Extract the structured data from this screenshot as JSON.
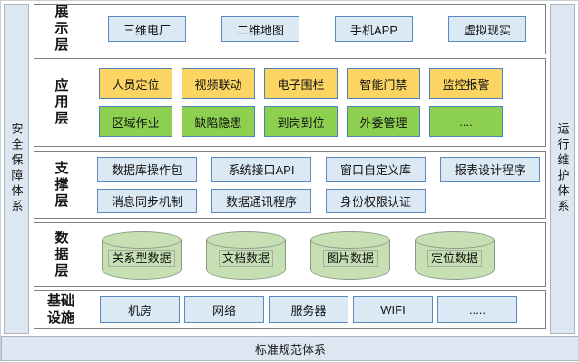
{
  "diagram": {
    "type": "layered-architecture",
    "language": "zh-CN"
  },
  "colors": {
    "band_fill": "#dde7f2",
    "band_border": "#aab4be",
    "layer_border": "#7f7f7f",
    "blue_box_fill": "#dbe9f5",
    "blue_box_border": "#5b89bd",
    "yellow_box_fill": "#fcd462",
    "green_box_fill": "#8dd04f",
    "colored_box_border": "#4f81bd",
    "cylinder_fill": "#c6e0b4",
    "cylinder_border": "#899a86",
    "text": "#141414"
  },
  "sidebars": {
    "left": "安全保障体系",
    "right": "运行维护体系",
    "bottom": "标准规范体系"
  },
  "layers": [
    {
      "id": "presentation",
      "label": "展示层",
      "rows": [
        {
          "style": "blue",
          "items": [
            "三维电厂",
            "二维地图",
            "手机APP",
            "虚拟现实"
          ]
        }
      ]
    },
    {
      "id": "application",
      "label": "应用层",
      "rows": [
        {
          "style": "yellow",
          "items": [
            "人员定位",
            "视频联动",
            "电子围栏",
            "智能门禁",
            "监控报警"
          ]
        },
        {
          "style": "green",
          "items": [
            "区域作业",
            "缺陷隐患",
            "到岗到位",
            "外委管理",
            "...."
          ]
        }
      ]
    },
    {
      "id": "support",
      "label": "支撑层",
      "rows": [
        {
          "style": "blue",
          "items": [
            "数据库操作包",
            "系统接口API",
            "窗口自定义库",
            "报表设计程序"
          ]
        },
        {
          "style": "blue",
          "items": [
            "消息同步机制",
            "数据通讯程序",
            "身份权限认证"
          ]
        }
      ]
    },
    {
      "id": "data",
      "label": "数据层",
      "rows": [
        {
          "style": "cylinder",
          "items": [
            "关系型数据",
            "文档数据",
            "图片数据",
            "定位数据"
          ]
        }
      ]
    },
    {
      "id": "infrastructure",
      "label": "基础设施",
      "rows": [
        {
          "style": "blue",
          "items": [
            "机房",
            "网络",
            "服务器",
            "WIFI",
            "....."
          ]
        }
      ]
    }
  ]
}
